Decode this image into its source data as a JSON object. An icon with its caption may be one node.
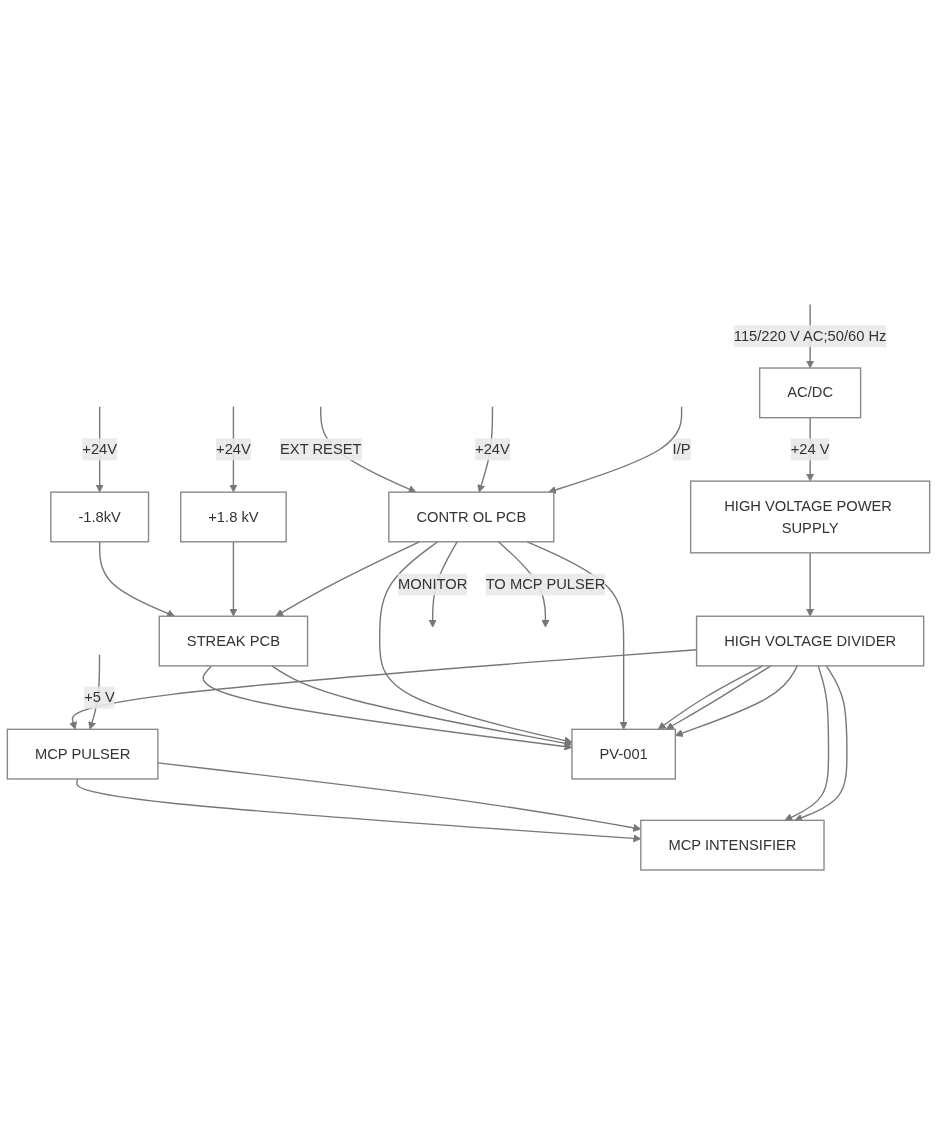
{
  "diagram": {
    "nodes": [
      {
        "text": [
          "AC/DC"
        ]
      },
      {
        "text": [
          "HIGH VOLTAGE POWER SUPPLY"
        ]
      },
      {
        "text": [
          "MCP PULSER"
        ]
      },
      {
        "text": [
          "HIGH VOLTAGE DIVIDER"
        ]
      },
      {
        "text": [
          "PV-001"
        ]
      },
      {
        "text": [
          "MCP INTENSIFIER"
        ]
      },
      {
        "text": [
          "CONTR OL PCB"
        ]
      },
      {
        "text": [
          "STREAK PCB"
        ]
      },
      {
        "text": [
          "+1.8 kV"
        ]
      },
      {
        "text": [
          "-1.8kV"
        ]
      }
    ],
    "edges": [
      {
        "from": null,
        "to": 0,
        "arrow": "to",
        "label": "115/220 V AC;50/60 Hz"
      },
      {
        "from": 0,
        "to": 1,
        "arrow": "to",
        "label": "+24 V"
      },
      {
        "from": null,
        "to": 2,
        "arrow": "to",
        "label": "+5 V"
      },
      {
        "from": 1,
        "to": 3,
        "arrow": "to"
      },
      {
        "from": 3,
        "to": 2,
        "arrow": "to"
      },
      {
        "from": 3,
        "to": 4,
        "arrow": "to"
      },
      {
        "from": 3,
        "to": 4,
        "arrow": "to"
      },
      {
        "from": 3,
        "to": 4,
        "arrow": "to"
      },
      {
        "from": 3,
        "to": 5,
        "arrow": "to"
      },
      {
        "from": 3,
        "to": 5,
        "arrow": "to"
      },
      {
        "from": 2,
        "to": 5,
        "arrow": "to"
      },
      {
        "from": 2,
        "to": 5,
        "arrow": "to"
      },
      {
        "from": 6,
        "to": 4,
        "arrow": "to"
      },
      {
        "from": 6,
        "to": 4,
        "arrow": "to"
      },
      {
        "from": 7,
        "to": 4,
        "arrow": "to"
      },
      {
        "from": 7,
        "to": 4,
        "arrow": "to"
      },
      {
        "from": 6,
        "to": 7,
        "arrow": "to"
      },
      {
        "from": 8,
        "to": 7,
        "arrow": "to"
      },
      {
        "from": 9,
        "to": 7,
        "arrow": "to"
      },
      {
        "from": null,
        "to": 8,
        "arrow": "to",
        "label": "+24V"
      },
      {
        "from": null,
        "to": 9,
        "arrow": "to",
        "label": "+24V"
      },
      {
        "from": 6,
        "to": null,
        "arrow": "to",
        "label": "MONITOR"
      },
      {
        "from": null,
        "to": 6,
        "arrow": "to",
        "label": "I/P"
      },
      {
        "from": null,
        "to": 6,
        "arrow": "to",
        "label": "+24V"
      },
      {
        "from": null,
        "to": 6,
        "arrow": "to",
        "label": "EXT RESET"
      },
      {
        "from": 6,
        "to": null,
        "arrow": "to",
        "label": "TO MCP PULSER"
      }
    ]
  }
}
